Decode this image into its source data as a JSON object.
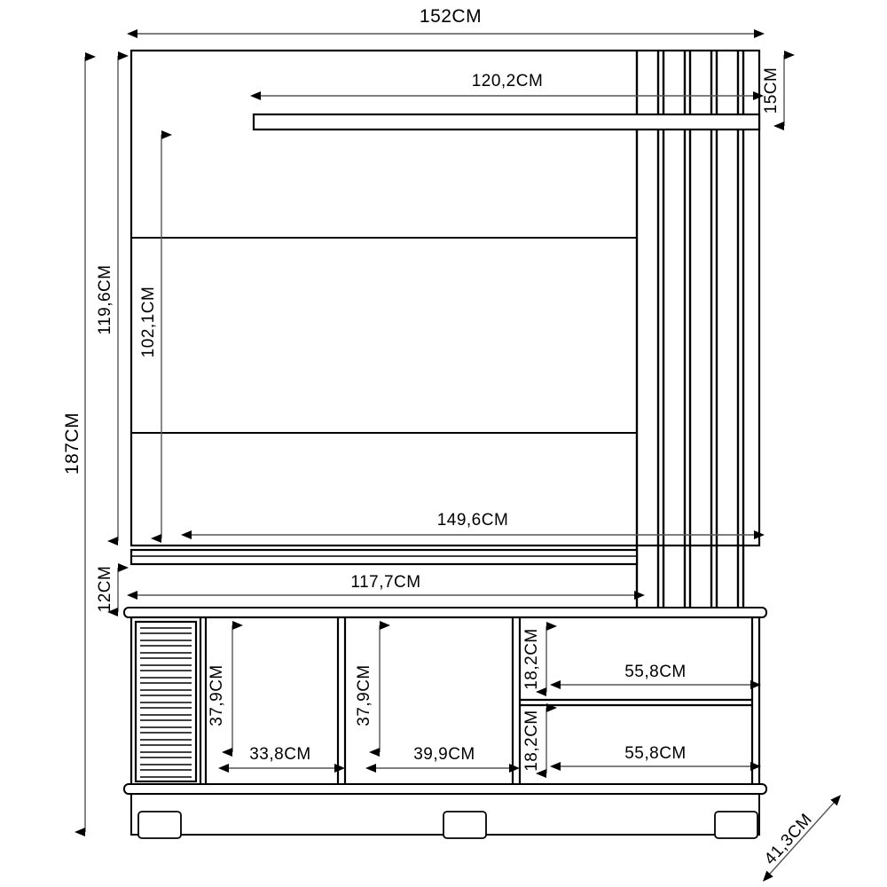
{
  "drawing": {
    "title": "Painel Home Theater - Desenho Tecnico Cotado",
    "units": "CM",
    "line_color": "#000000",
    "background": "#ffffff",
    "dimension_line_color": "#4d4d4d"
  },
  "dimensions": {
    "overall_width": "152CM",
    "overall_height": "187CM",
    "depth": "41,3CM",
    "top_shelf_width": "120,2CM",
    "top_shelf_height": "15CM",
    "upper_panel_height": "119,6CM",
    "inner_panel_height": "102,1CM",
    "mid_shelf_width": "149,6CM",
    "lower_unit_width": "117,7CM",
    "lower_gap_height": "12CM",
    "niche1_height": "37,9CM",
    "niche1_width": "33,8CM",
    "niche2_height": "37,9CM",
    "niche2_width": "39,9CM",
    "shelf_top_height": "18,2CM",
    "shelf_top_width": "55,8CM",
    "shelf_bottom_height": "18,2CM",
    "shelf_bottom_width": "55,8CM"
  },
  "labels": [
    {
      "id": "overall-width",
      "text": "152CM",
      "orientation": "horizontal"
    },
    {
      "id": "overall-height",
      "text": "187CM",
      "orientation": "vertical"
    },
    {
      "id": "top-shelf-width",
      "text": "120,2CM",
      "orientation": "horizontal"
    },
    {
      "id": "top-shelf-height",
      "text": "15CM",
      "orientation": "vertical"
    },
    {
      "id": "upper-panel-height",
      "text": "119,6CM",
      "orientation": "vertical"
    },
    {
      "id": "inner-panel-height",
      "text": "102,1CM",
      "orientation": "vertical"
    },
    {
      "id": "mid-shelf-width",
      "text": "149,6CM",
      "orientation": "horizontal"
    },
    {
      "id": "lower-unit-width",
      "text": "117,7CM",
      "orientation": "horizontal"
    },
    {
      "id": "lower-gap-height",
      "text": "12CM",
      "orientation": "vertical"
    },
    {
      "id": "niche1-height",
      "text": "37,9CM",
      "orientation": "vertical"
    },
    {
      "id": "niche1-width",
      "text": "33,8CM",
      "orientation": "horizontal"
    },
    {
      "id": "niche2-height",
      "text": "37,9CM",
      "orientation": "vertical"
    },
    {
      "id": "niche2-width",
      "text": "39,9CM",
      "orientation": "horizontal"
    },
    {
      "id": "shelf-top-height",
      "text": "18,2CM",
      "orientation": "vertical"
    },
    {
      "id": "shelf-top-width",
      "text": "55,8CM",
      "orientation": "horizontal"
    },
    {
      "id": "shelf-bottom-height",
      "text": "18,2CM",
      "orientation": "vertical"
    },
    {
      "id": "shelf-bottom-width",
      "text": "55,8CM",
      "orientation": "horizontal"
    },
    {
      "id": "depth",
      "text": "41,3CM",
      "orientation": "diagonal"
    }
  ],
  "components": {
    "back_panel": "back-panel",
    "top_shelf": "top-shelf",
    "vertical_slat_panel": "vertical-slat-panel",
    "mid_shelf": "mid-shelf",
    "lower_cabinet": "lower-cabinet",
    "louvered_door": "louvered-door",
    "niche_left": "niche-left",
    "niche_center": "niche-center",
    "shelf_upper_right": "shelf-upper-right",
    "shelf_lower_right": "shelf-lower-right",
    "plinth": "plinth",
    "feet_count": 3
  }
}
